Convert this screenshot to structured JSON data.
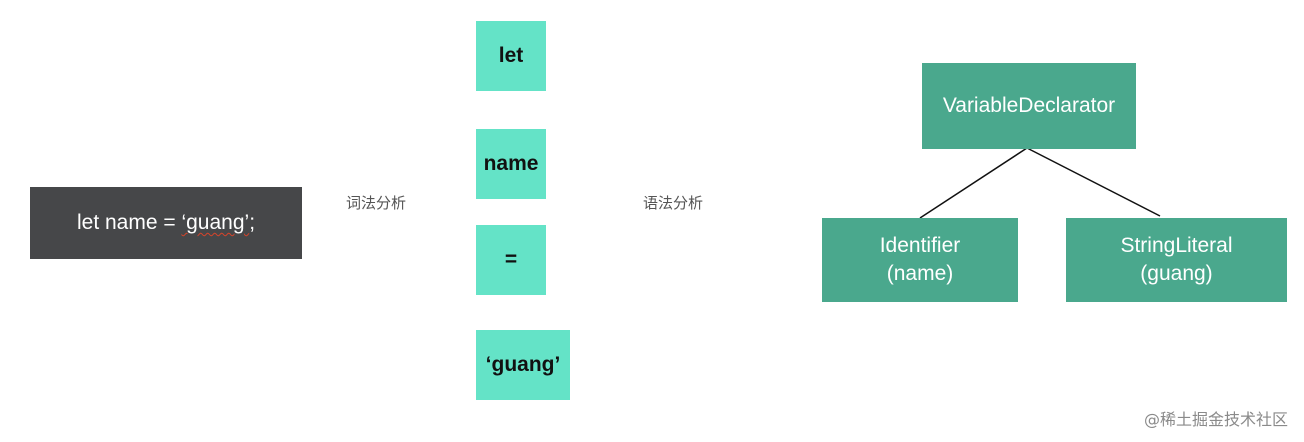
{
  "source": {
    "before": "let name = ",
    "underlined": "‘guang’",
    "after": ";"
  },
  "lexical_label": "词法分析",
  "syntax_label": "语法分析",
  "tokens": [
    "let",
    "name",
    "=",
    "‘guang’"
  ],
  "ast": {
    "root": "VariableDeclarator",
    "left": {
      "line1": "Identifier",
      "line2": "(name)"
    },
    "right": {
      "line1": "StringLiteral",
      "line2": "(guang)"
    }
  },
  "watermark": "@稀土掘金技术社区",
  "colors": {
    "source_bg": "#464749",
    "token_bg": "#64e3c7",
    "ast_bg": "#4aa88d",
    "arrow_line": "#c0392b"
  }
}
